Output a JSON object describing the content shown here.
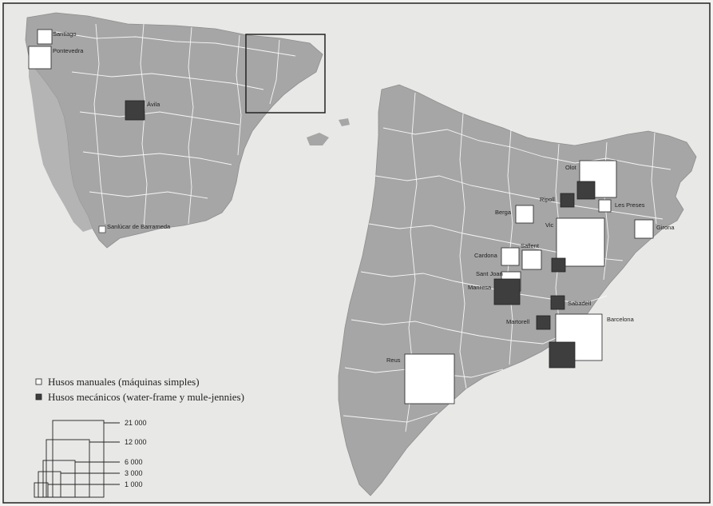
{
  "colors": {
    "land": "#a6a6a6",
    "sea": "#e8e8e6",
    "border": "#ffffff",
    "manual": "#ffffff",
    "mechanical": "#3e3e3e",
    "outline": "#222222"
  },
  "places": {
    "santiago": "Santiago",
    "pontevedra": "Pontevedra",
    "avila": "Ávila",
    "sanlucar": "Sanlúcar de Barrameda",
    "olot": "Olot",
    "ripoll": "Ripoll",
    "les_preses": "Les Preses",
    "berga": "Berga",
    "vic": "Vic",
    "girona": "Girona",
    "sallent": "Sallent",
    "cardona": "Cardona",
    "sant_joan": "Sant Joan",
    "manresa": "Manresa",
    "sabadell": "Sabadell",
    "martorell": "Martorell",
    "barcelona": "Barcelona",
    "reus": "Reus"
  },
  "legend": {
    "manual": "Husos manuales (máquinas simples)",
    "mechanical": "Husos mecánicos (water-frame y mule-jennies)"
  },
  "scale": {
    "values": [
      "21 000",
      "12 000",
      "6 000",
      "3 000",
      "1 000"
    ]
  }
}
